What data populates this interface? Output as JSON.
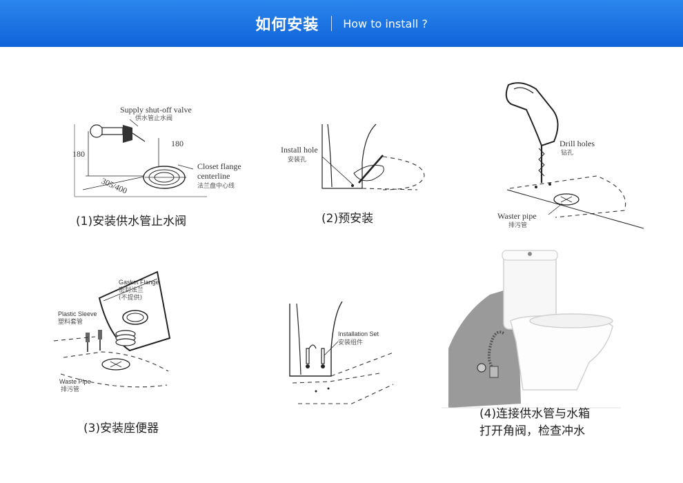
{
  "header": {
    "title_zh": "如何安装",
    "title_en": "How to install ?"
  },
  "steps": [
    {
      "caption": "(1)安装供水管止水阀",
      "labels": {
        "valve_en": "Supply shut-off valve",
        "valve_zh": "供水管止水阀",
        "dim_180_left": "180",
        "dim_180_right": "180",
        "dim_305": "305/400",
        "flange_en_1": "Closet flange",
        "flange_en_2": "centerline",
        "flange_zh": "法兰盘中心线"
      }
    },
    {
      "caption": "(2)预安装",
      "labels": {
        "hole_en": "Install hole",
        "hole_zh": "安装孔"
      }
    },
    {
      "caption": "",
      "labels": {
        "drill_en": "Drill holes",
        "drill_zh": "钻孔",
        "pipe_en": "Waster pipe",
        "pipe_zh": "排污管"
      }
    },
    {
      "caption": "(3)安装座便器",
      "labels": {
        "gasket_en": "Gasket Flange",
        "gasket_zh": "密封法兰",
        "gasket_note": "(不提供)",
        "sleeve_en": "Plastic Sleeve",
        "sleeve_zh": "塑料套管",
        "waste_en": "Waste Pipe",
        "waste_zh": "排污管"
      }
    },
    {
      "caption": "",
      "labels": {
        "set_en": "Installation Set",
        "set_zh": "安装组件"
      }
    },
    {
      "caption_line1": "(4)连接供水管与水箱",
      "caption_line2": "打开角阀，检查冲水"
    }
  ]
}
